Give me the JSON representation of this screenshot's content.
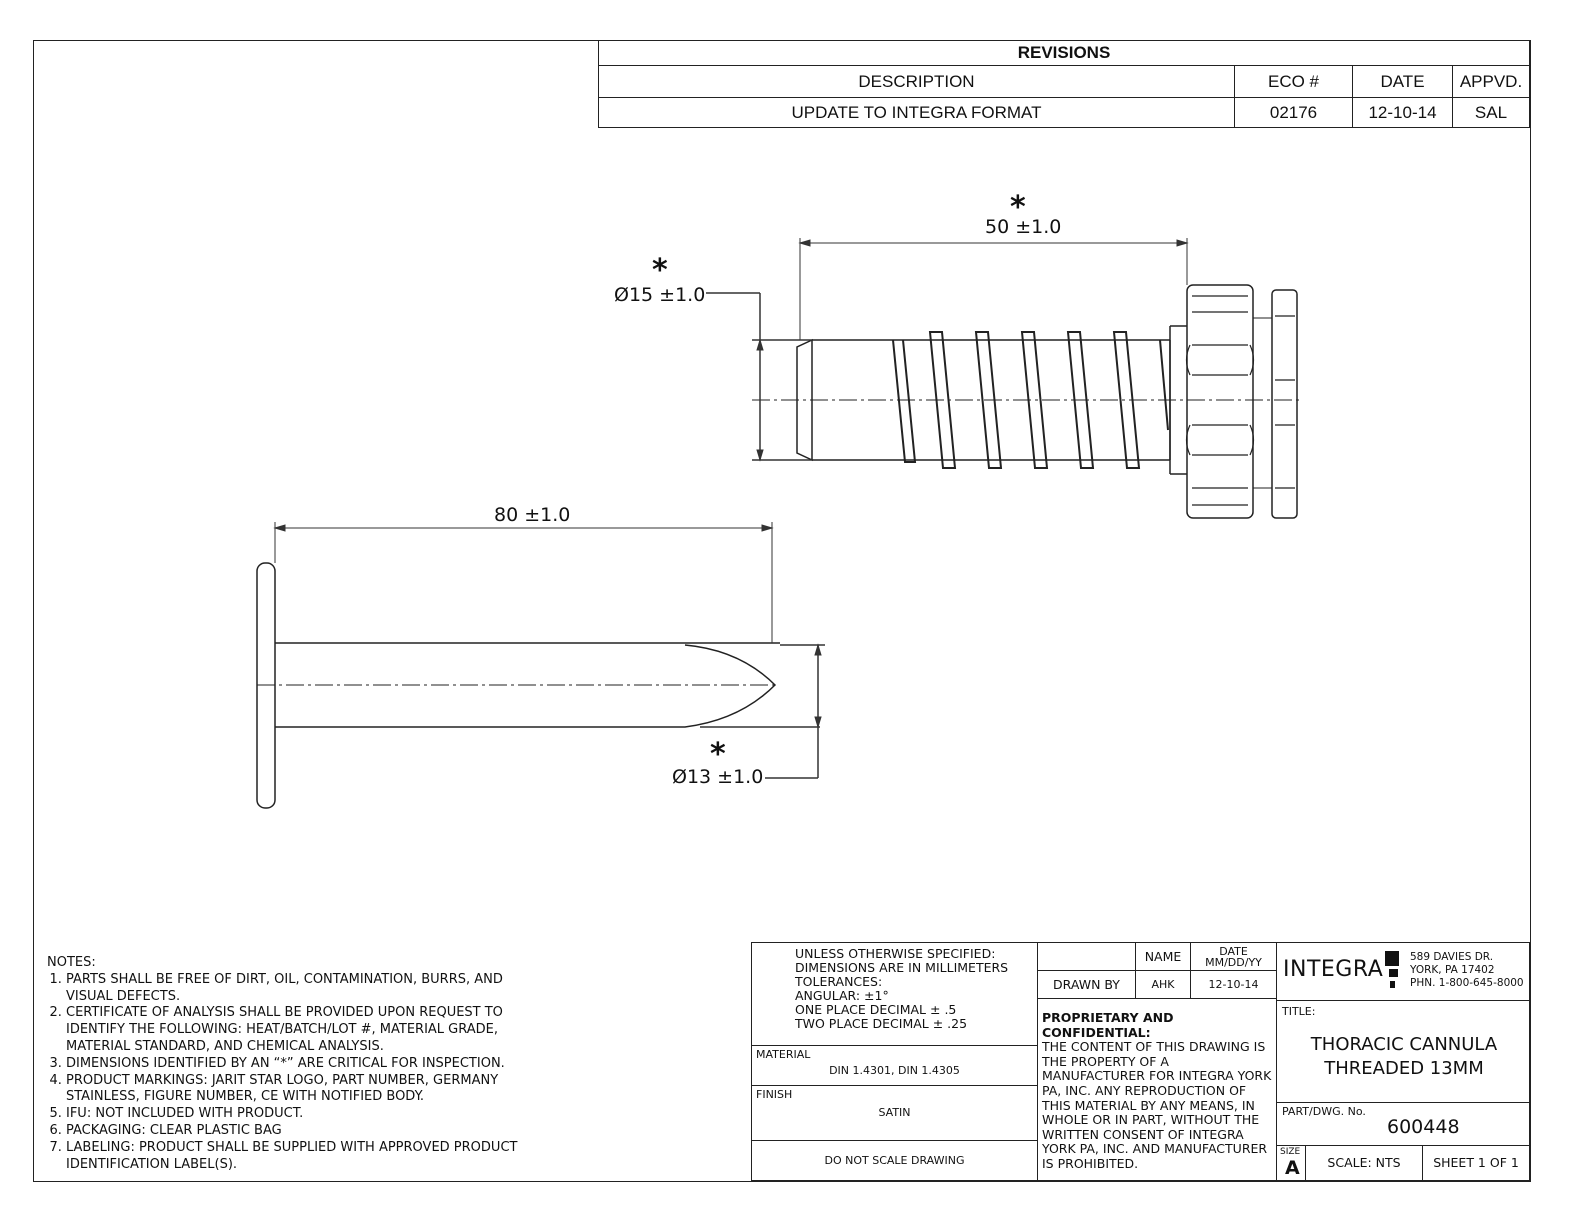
{
  "revisions": {
    "title": "REVISIONS",
    "headers": {
      "description": "DESCRIPTION",
      "eco": "ECO #",
      "date": "DATE",
      "approved": "APPVD."
    },
    "rows": [
      {
        "description": "UPDATE TO INTEGRA FORMAT",
        "eco": "02176",
        "date": "12-10-14",
        "approved": "SAL"
      }
    ]
  },
  "dimensions": {
    "length_threaded": "50 ±1.0",
    "diameter_threaded": "Ø15 ±1.0",
    "length_trocar": "80 ±1.0",
    "diameter_trocar": "Ø13 ±1.0",
    "critical_mark": "*"
  },
  "notes": {
    "heading": "NOTES:",
    "items": [
      "PARTS SHALL BE FREE OF DIRT, OIL, CONTAMINATION, BURRS, AND VISUAL DEFECTS.",
      "CERTIFICATE OF ANALYSIS SHALL BE PROVIDED UPON REQUEST TO IDENTIFY THE FOLLOWING: HEAT/BATCH/LOT #, MATERIAL GRADE, MATERIAL STANDARD, AND CHEMICAL ANALYSIS.",
      "DIMENSIONS IDENTIFIED BY AN “*” ARE CRITICAL FOR INSPECTION.",
      "PRODUCT MARKINGS: JARIT STAR LOGO, PART NUMBER, GERMANY STAINLESS, FIGURE NUMBER, CE WITH NOTIFIED BODY.",
      "IFU: NOT INCLUDED WITH PRODUCT.",
      "PACKAGING: CLEAR PLASTIC BAG",
      "LABELING: PRODUCT SHALL BE SUPPLIED WITH APPROVED PRODUCT IDENTIFICATION LABEL(S)."
    ]
  },
  "title_block": {
    "tolerances": [
      "UNLESS OTHERWISE SPECIFIED:",
      "DIMENSIONS ARE IN MILLIMETERS",
      "TOLERANCES:",
      "ANGULAR: ±1°",
      "ONE PLACE DECIMAL ± .5",
      "TWO PLACE DECIMAL ± .25"
    ],
    "material_label": "MATERIAL",
    "material_value": "DIN 1.4301, DIN 1.4305",
    "finish_label": "FINISH",
    "finish_value": "SATIN",
    "do_not_scale": "DO NOT SCALE DRAWING",
    "name_header": "NAME",
    "date_header": "DATE MM/DD/YY",
    "drawn_by_label": "DRAWN BY",
    "drawn_by_name": "AHK",
    "drawn_by_date": "12-10-14",
    "proprietary_heading": "PROPRIETARY AND CONFIDENTIAL:",
    "proprietary_text": "THE CONTENT OF THIS DRAWING IS THE PROPERTY OF A MANUFACTURER FOR INTEGRA YORK PA, INC. ANY REPRODUCTION OF THIS MATERIAL BY ANY MEANS, IN WHOLE OR IN PART, WITHOUT THE WRITTEN CONSENT OF INTEGRA YORK PA, INC. AND MANUFACTURER IS PROHIBITED.",
    "logo": "INTEGRA",
    "address": [
      "589 DAVIES DR.",
      "YORK, PA 17402",
      "PHN. 1-800-645-8000"
    ],
    "title_label": "TITLE:",
    "title_lines": [
      "THORACIC CANNULA",
      "THREADED 13MM"
    ],
    "part_label": "PART/DWG. No.",
    "part_number": "600448",
    "size_label": "SIZE",
    "size_value": "A",
    "scale": "SCALE: NTS",
    "sheet": "SHEET 1 OF 1"
  }
}
